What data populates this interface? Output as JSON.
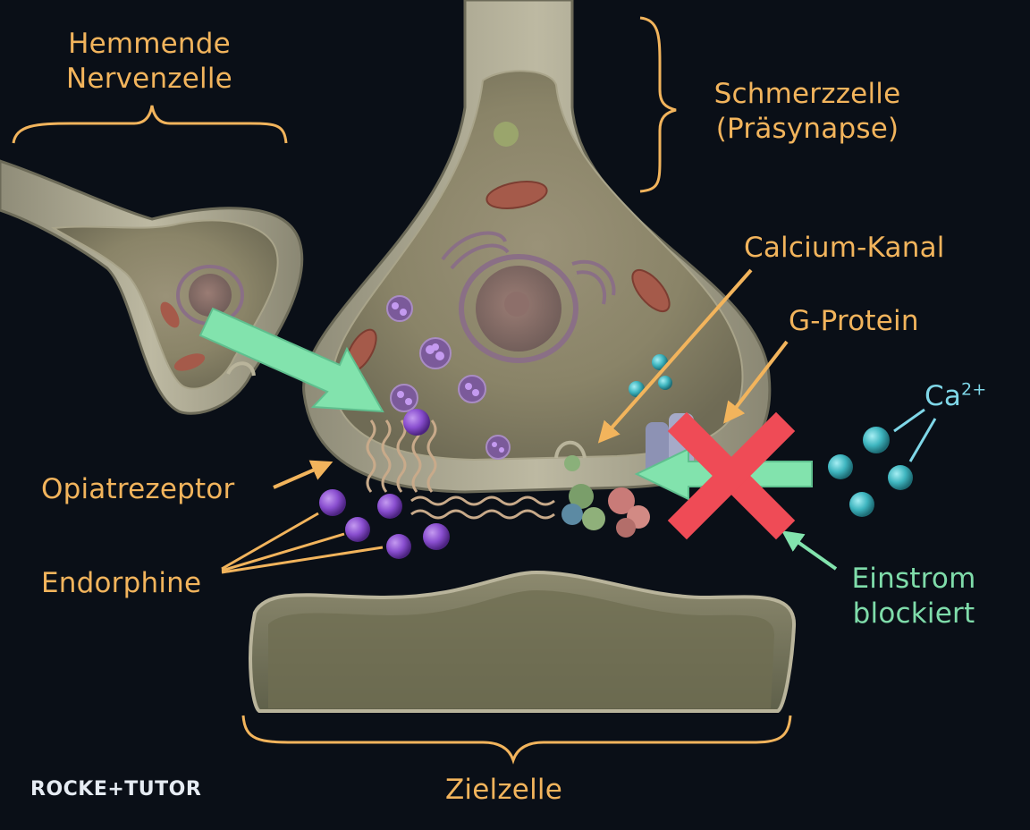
{
  "labels": {
    "inhibitory_neuron": [
      "Hemmende",
      "Nervenzelle"
    ],
    "pain_cell": [
      "Schmerzzelle",
      "(Präsynapse)"
    ],
    "calcium_channel": "Calcium-Kanal",
    "g_protein": "G-Protein",
    "calcium_ion": {
      "base": "Ca",
      "charge": "2+"
    },
    "opiate_receptor": "Opiatrezeptor",
    "endorphins": "Endorphine",
    "influx_blocked": [
      "Einstrom",
      "blockiert"
    ],
    "target_cell": "Zielzelle"
  },
  "brand": "ROCKE+TUTOR",
  "colors": {
    "background": "#0a0f17",
    "label_orange": "#f2b45c",
    "label_green": "#7fdcaa",
    "label_cyan": "#7fd7e8",
    "arrow_green": "#82e3ad",
    "block_cross": "#ef4b56",
    "endorphin_purple": "#8a4fd0",
    "calcium_teal": "#3fb6c0",
    "membrane": "#b9b49b"
  }
}
